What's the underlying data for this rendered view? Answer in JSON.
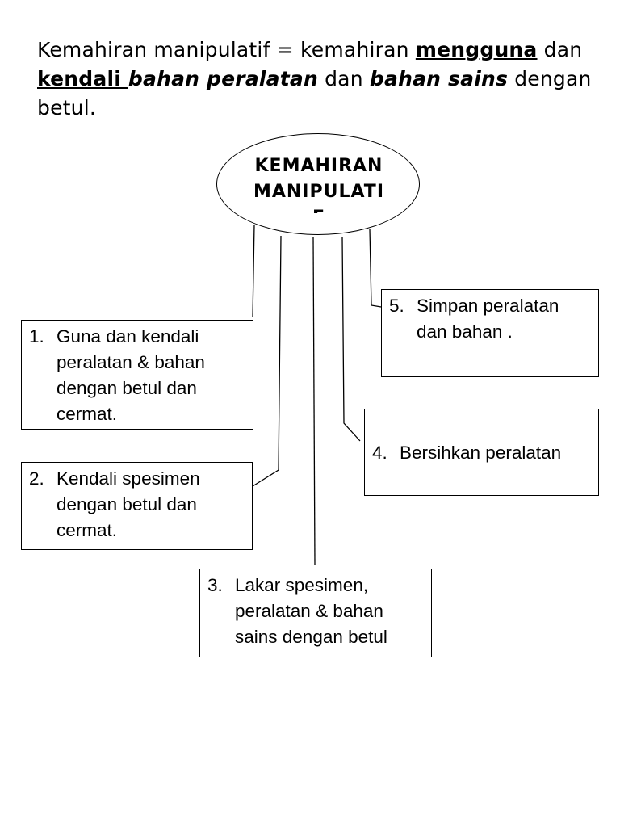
{
  "intro": {
    "p1": "Kemahiran manipulatif = kemahiran ",
    "p2": "mengguna",
    "p3": " dan ",
    "p4": "kendali ",
    "p5": "bahan peralatan",
    "p6": " dan ",
    "p7": "bahan sains",
    "p8": "  dengan betul."
  },
  "diagram": {
    "hub": "KEMAHIRAN MANIPULATIF",
    "items": [
      {
        "number": "1.",
        "text": "Guna dan kendali peralatan & bahan dengan betul dan cermat."
      },
      {
        "number": "2.",
        "text": "Kendali spesimen dengan betul dan cermat."
      },
      {
        "number": "3.",
        "text": "Lakar spesimen, peralatan & bahan sains dengan betul"
      },
      {
        "number": "4.",
        "text": "Bersihkan peralatan"
      },
      {
        "number": "5.",
        "text": "Simpan peralatan dan bahan ."
      }
    ]
  }
}
